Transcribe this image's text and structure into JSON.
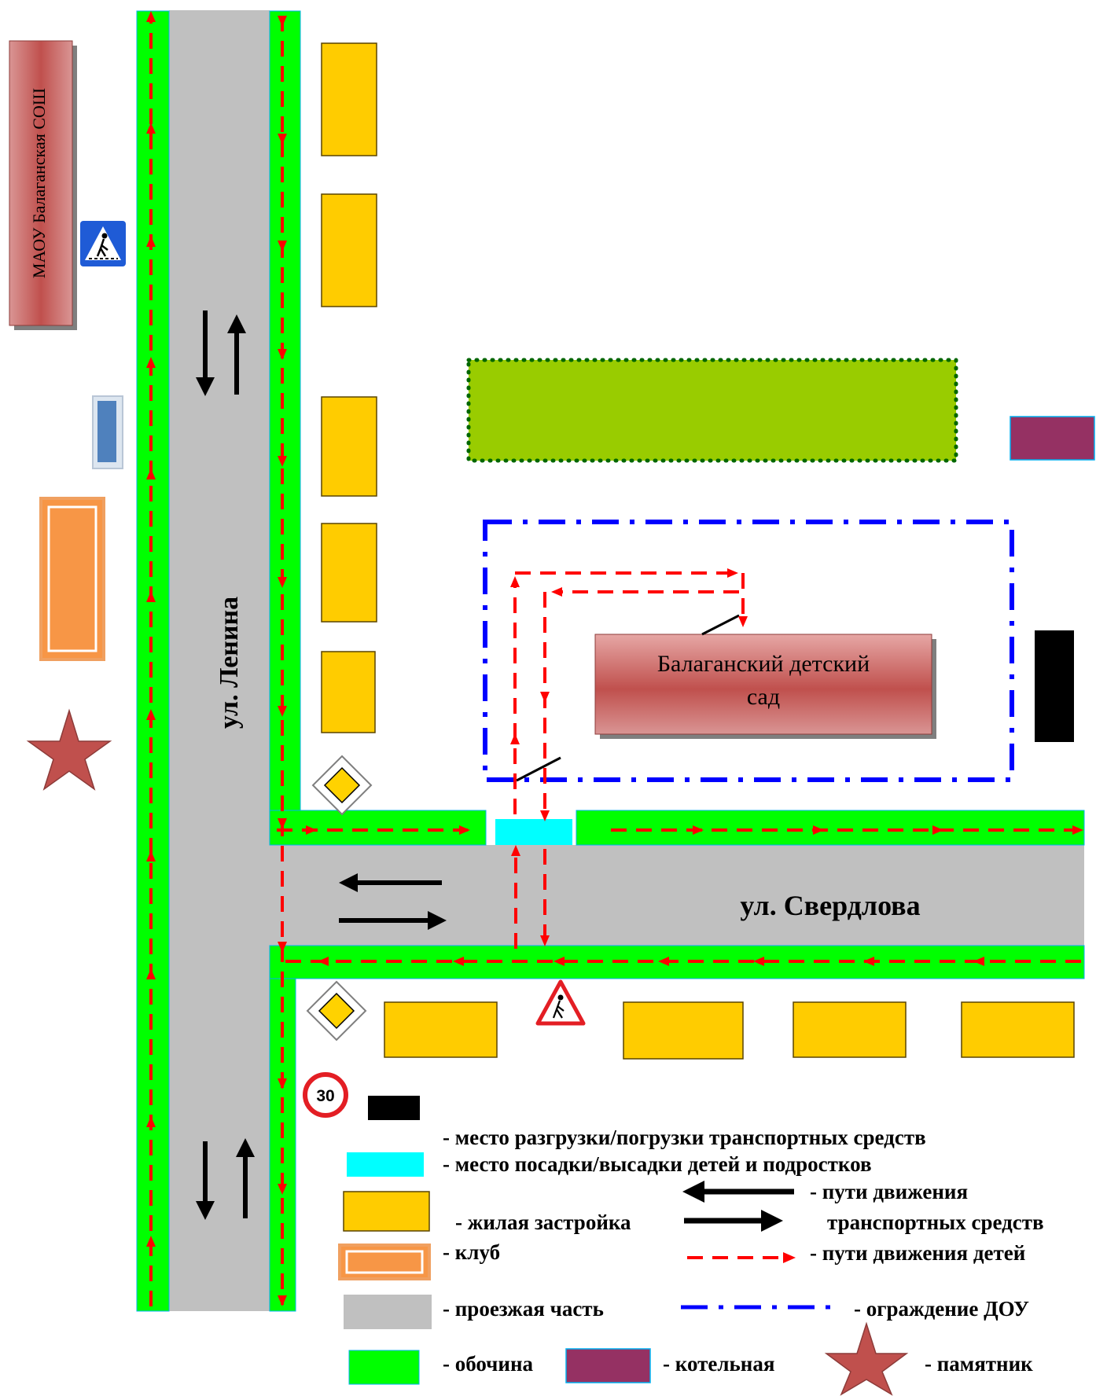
{
  "labels": {
    "school": "МАОУ  Балаганская  СОШ",
    "kindergarten_line1": "Балаганский детский",
    "kindergarten_line2": "сад",
    "street_lenina": "ул. Ленина",
    "street_sverdlova": "ул. Свердлова",
    "speed_limit": "30"
  },
  "legend": {
    "unloading": "- место разгрузки/погрузки транспортных средств",
    "boarding": "- место посадки/высадки детей и подростков",
    "vehicle_paths_line1": "- пути движения",
    "vehicle_paths_line2": "транспортных средств",
    "residential": "- жилая застройка",
    "club": "- клуб",
    "children_paths": "- пути движения детей",
    "roadway": "- проезжая часть",
    "fence": "- ограждение ДОУ",
    "shoulder": "- обочина",
    "boiler": "- котельная",
    "monument": "- памятник"
  },
  "colors": {
    "roadway": "#c0c0c0",
    "shoulder": "#00ff00",
    "residential": "#ffcc00",
    "residential_border": "#8a6a00",
    "club": "#f79646",
    "boiler": "#953163",
    "park": "#99cc00",
    "park_dots": "#006600",
    "fence": "#0000ff",
    "boarding": "#00ffff",
    "unloading": "#000000",
    "children_path": "#ff0000",
    "vehicle_path": "#000000",
    "building": "#c0504d",
    "building_light": "#d99594",
    "monument": "#c0504d",
    "sign_blue": "#1f5bd6",
    "sign_red": "#e31e24",
    "small_building": "#4f81bd"
  },
  "icons": {
    "crosswalk_sign": "pedestrian-crossing-sign-icon",
    "priority_sign": "priority-road-sign-icon",
    "warning_sign": "children-warning-sign-icon",
    "speed_sign": "speed-limit-sign-icon",
    "monument": "star-monument-icon"
  }
}
